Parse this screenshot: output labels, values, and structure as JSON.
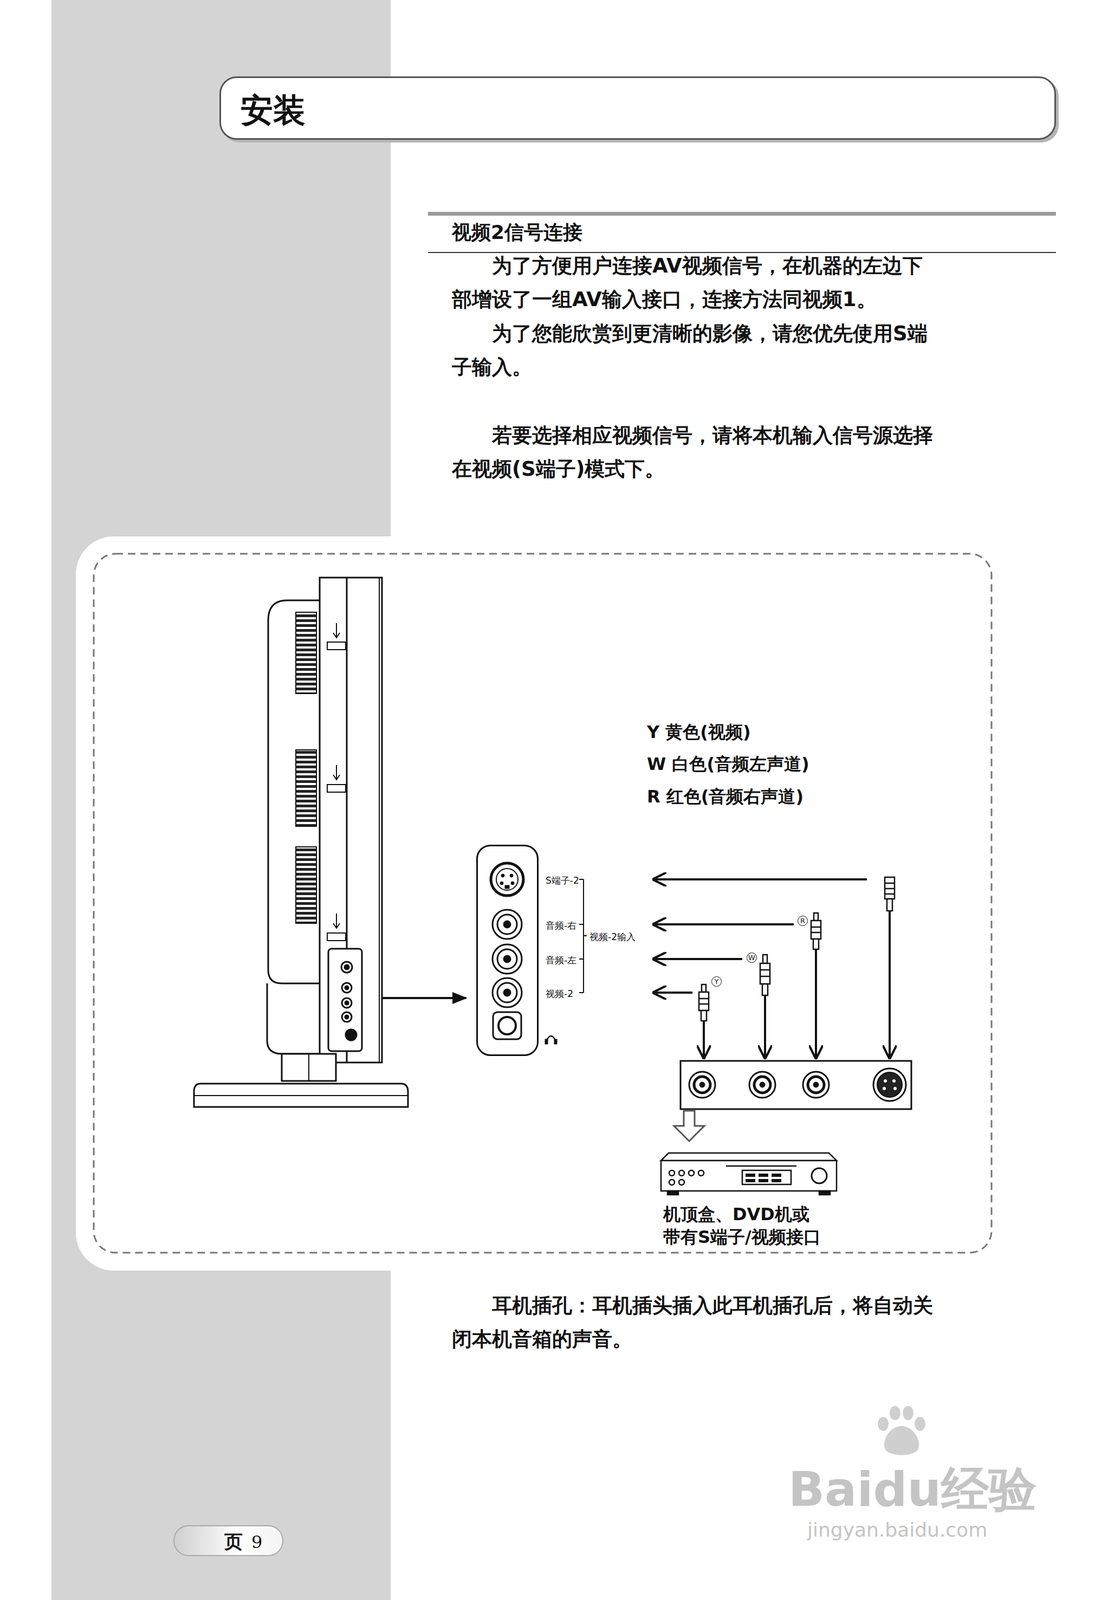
{
  "diagram": {
    "title": "安装",
    "nodes": [
      {
        "text": [
          "安装"
        ]
      },
      {
        "text": [
          "S端子-2",
          "音频-右",
          "音频-左",
          "视频-2",
          "视频-2输入"
        ]
      },
      {
        "text": [
          "机顶盒、DVD机或带有S端子/视频接口"
        ]
      },
      {
        "text": [
          "页",
          "9"
        ]
      }
    ],
    "labels": [
      "视频2信号连接",
      "为了方便用户连接AV视频信号，在机器的左边下部增设了一组AV输入接口，连接方法同视频1。",
      "为了您能欣赏到更清晰的影像，请您优先使用S端子输入。",
      "若要选择相应视频信号，请将本机输入信号源选择在视频(S端子)模式下。",
      "Y 黄色(视频)",
      "W 白色(音频左声道)",
      "R 红色(音频右声道)",
      "R",
      "W",
      "Y",
      "耳机插孔：耳机插头插入此耳机插孔后，将自动关闭本机音箱的声音。",
      "Baidu经验",
      "jingyan.baidu.com"
    ]
  }
}
